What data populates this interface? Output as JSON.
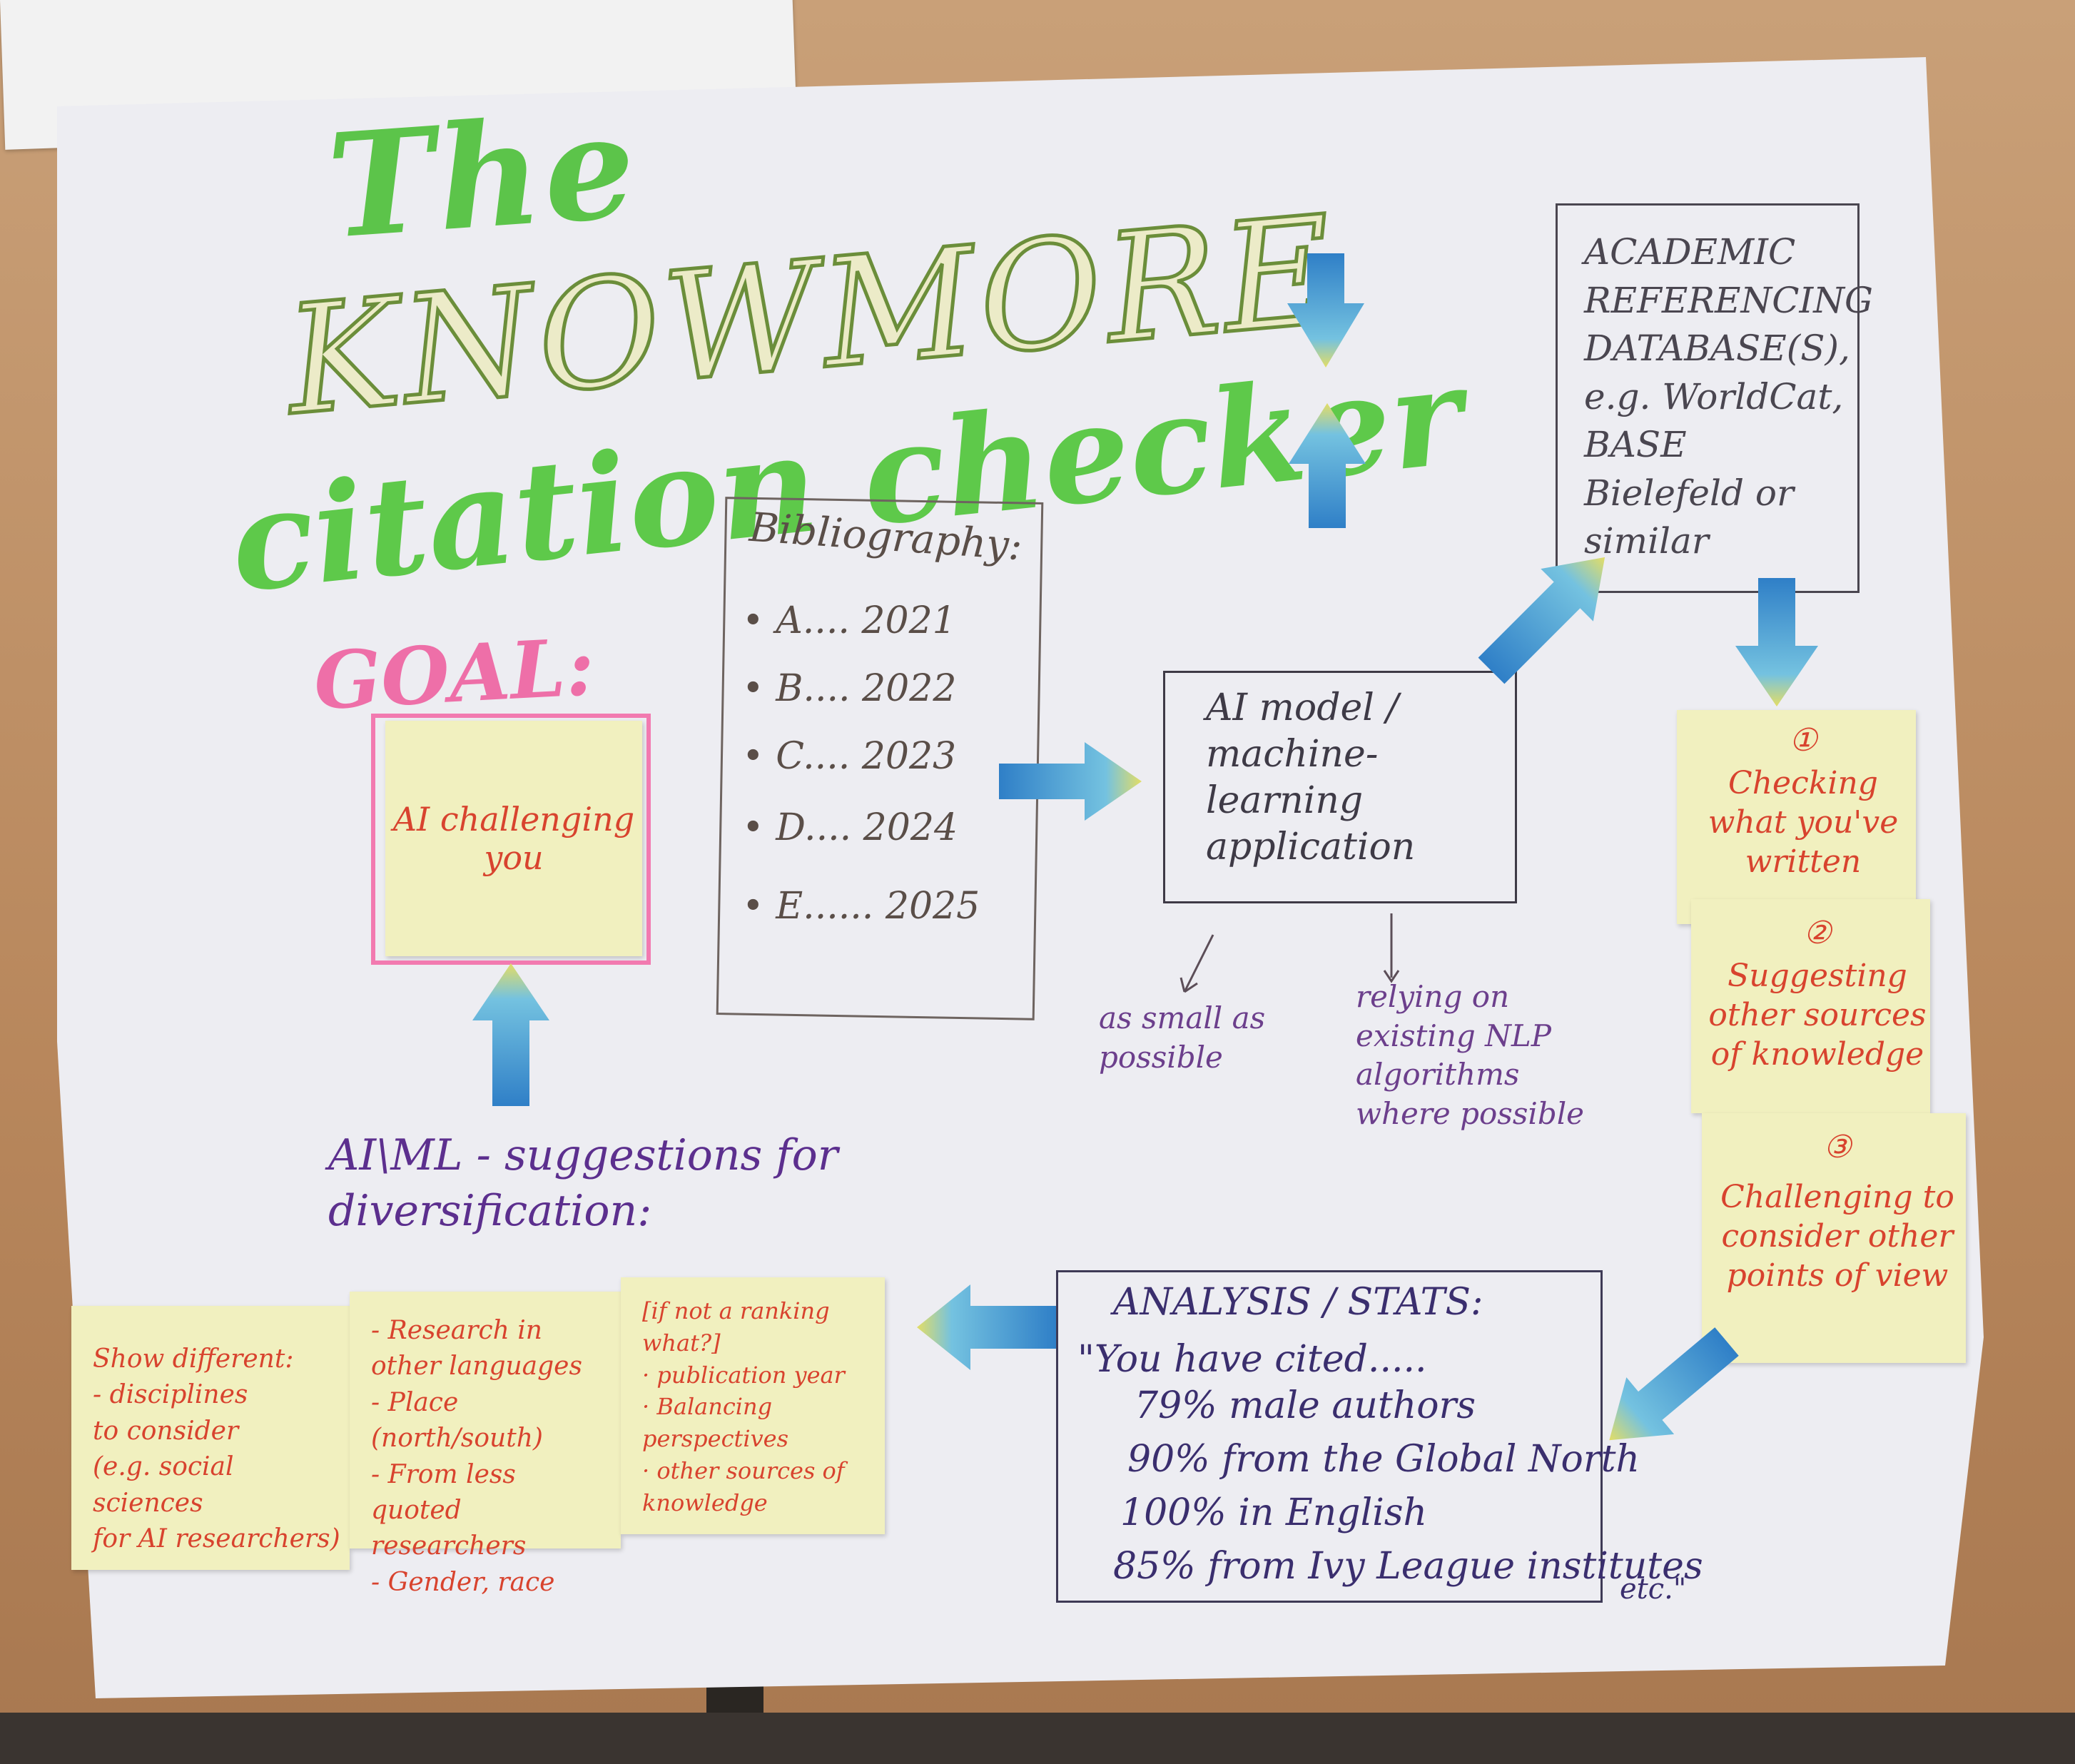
{
  "title": {
    "line1": "The",
    "line2": "KNOWMORE",
    "line3": "citation checker"
  },
  "goal": {
    "label": "GOAL:",
    "note": "AI challenging you"
  },
  "bibliography": {
    "title": "Bibliography:",
    "items": [
      "• A.... 2021",
      "• B.... 2022",
      "• C.... 2023",
      "• D.... 2024",
      "• E...... 2025"
    ]
  },
  "ai_model": {
    "text": "AI model / machine-learning application",
    "note_left": "as small as possible",
    "note_right": "relying on existing NLP algorithms where possible"
  },
  "database": {
    "text": "ACADEMIC REFERENCING DATABASE(S), e.g. WorldCat, BASE Bielefeld or similar"
  },
  "steps": [
    {
      "num": "①",
      "text": "Checking what you've written"
    },
    {
      "num": "②",
      "text": "Suggesting other sources of knowledge"
    },
    {
      "num": "③",
      "text": "Challenging to consider other points of view"
    }
  ],
  "stats": {
    "title": "ANALYSIS / STATS:",
    "lines": [
      "\"You have cited.....",
      "79% male authors",
      "90% from the Global North",
      "100% in English",
      "85% from Ivy League institutes"
    ],
    "etc": "etc.\""
  },
  "suggestions_label": "AI\\ML - suggestions for diversification:",
  "bottom_notes": [
    {
      "lines": [
        "Show different:",
        "- disciplines",
        "to consider",
        "(e.g. social sciences",
        "for AI researchers)"
      ]
    },
    {
      "lines": [
        "- Research in",
        "other languages",
        "- Place (north/south)",
        "- From less",
        "quoted researchers",
        "- Gender, race"
      ]
    },
    {
      "lines": [
        "[if not a ranking what?]",
        "· publication year",
        "· Balancing perspectives",
        "· other sources of",
        "knowledge"
      ]
    }
  ],
  "colors": {
    "green": "#5cc44a",
    "pink": "#f27ab0",
    "sticky": "#f1f0bf",
    "red_ink": "#d8432e",
    "purple_ink": "#5c2f8e",
    "arrow_blue": "#3b8fcf",
    "arrow_yellow": "#e8e070"
  }
}
